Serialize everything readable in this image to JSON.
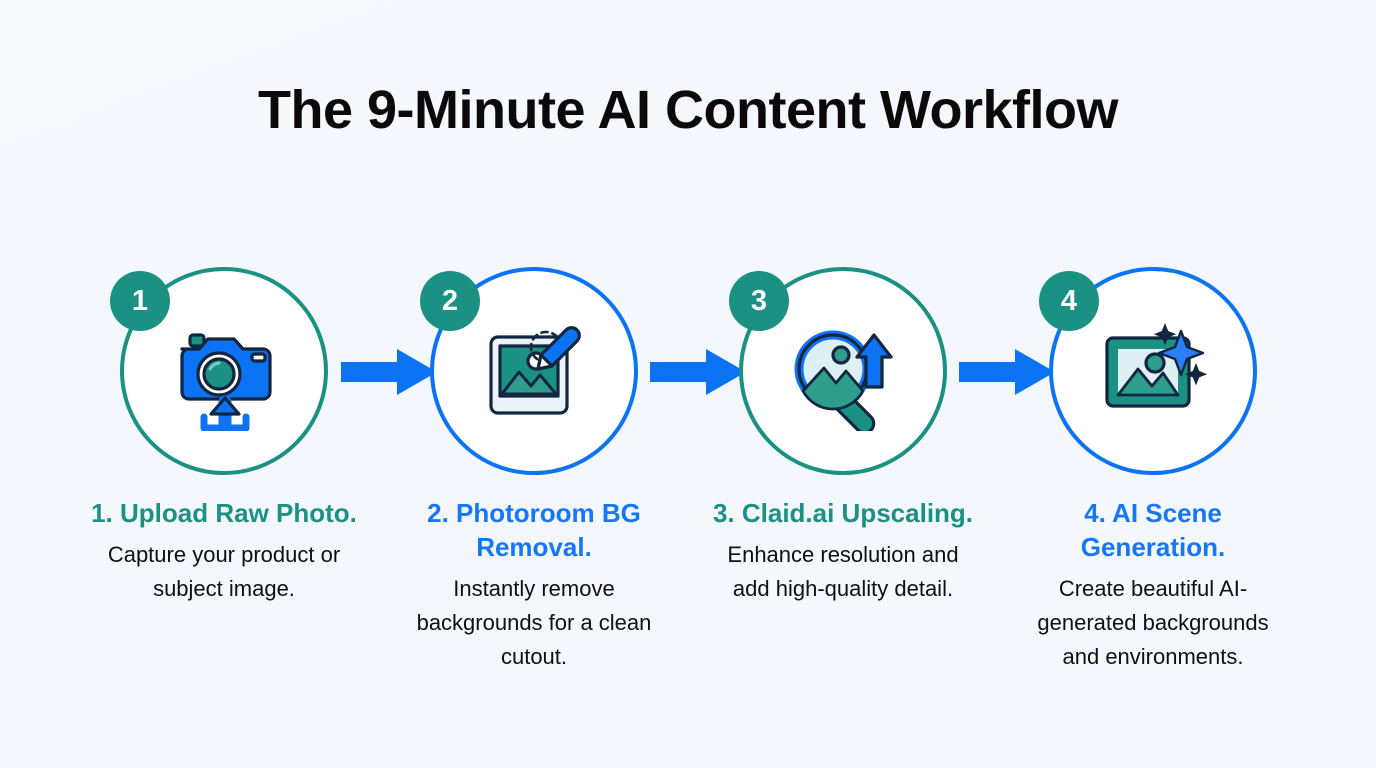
{
  "page": {
    "title": "The 9-Minute AI Content Workflow",
    "background_color": "#f4f8fc",
    "teal": "#1a9183",
    "blue": "#0c74f4",
    "title_color": "#0a0a0a"
  },
  "steps": [
    {
      "badge": "1",
      "accent": "teal",
      "accent_color": "#1a9183",
      "icon": "camera-upload-icon",
      "title": "1. Upload Raw Photo.",
      "description": "Capture your product or subject image."
    },
    {
      "badge": "2",
      "accent": "blue",
      "accent_color": "#0c74f4",
      "icon": "image-background-removal-icon",
      "title": "2. Photoroom BG Removal.",
      "description": "Instantly remove backgrounds for a clean cutout."
    },
    {
      "badge": "3",
      "accent": "teal",
      "accent_color": "#1a9183",
      "icon": "magnifier-upscale-icon",
      "title": "3. Claid.ai Upscaling.",
      "description": "Enhance resolution and add high-quality detail."
    },
    {
      "badge": "4",
      "accent": "blue",
      "accent_color": "#0c74f4",
      "icon": "image-sparkle-icon",
      "title": "4. AI Scene Generation.",
      "description": "Create beautiful AI-generated backgrounds and environments."
    }
  ],
  "arrows": [
    {
      "name": "arrow-step1-to-step2",
      "color": "#0c74f4"
    },
    {
      "name": "arrow-step2-to-step3",
      "color": "#0c74f4"
    },
    {
      "name": "arrow-step3-to-step4",
      "color": "#0c74f4"
    }
  ]
}
